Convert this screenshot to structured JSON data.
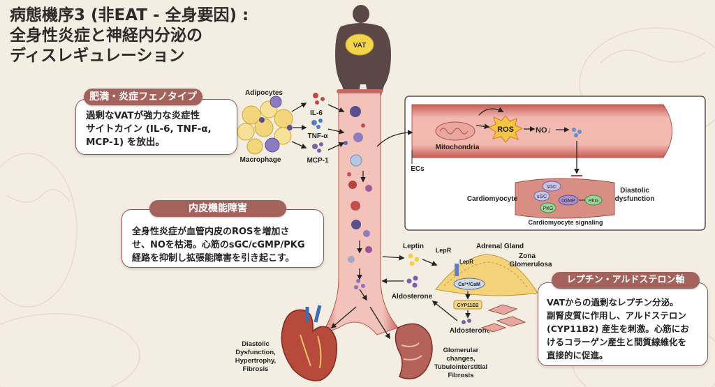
{
  "title": {
    "line1": "病態機序3 (非EAT - 全身要因) :",
    "line2": "全身性炎症と神経内分泌の",
    "line3": "ディスレギュレーション"
  },
  "obesity": {
    "header": "肥満・炎症フェノタイプ",
    "line1": "過剰なVATが強力な炎症性",
    "line2": "サイトカイン (IL-6, TNF-α,",
    "line3": "MCP-1) を放出。"
  },
  "endothelial": {
    "header": "内皮機能障害",
    "line1": "全身性炎症が血管内皮のROSを増加さ",
    "line2": "せ、NOを枯渇。心筋のsGC/cGMP/PKG",
    "line3": "経路を抑制し拡張能障害を引き起こす。"
  },
  "leptin_axis": {
    "header": "レプチン・アルドステロン軸",
    "line1": "VATからの過剰なレプチン分泌。",
    "line2": "副腎皮質に作用し、アルドステロン",
    "line3": "(CYP11B2) 産生を刺激。心筋にお",
    "line4": "けるコラーゲン産生と間質線維化を",
    "line5": "直接的に促進。"
  },
  "labels": {
    "vat": "VAT",
    "adipocytes": "Adipocytes",
    "macrophage": "Macrophage",
    "il6": "IL-6",
    "tnf": "TNF-α",
    "mcp1": "MCP-1",
    "mitochondria": "Mitochondria",
    "ros": "ROS",
    "no": "NO↓",
    "ecs": "ECs",
    "cardiomyocyte": "Cardiomyocyte",
    "diastolic1": "Diastolic",
    "diastolic2": "dysfunction",
    "sgc1": "sGC",
    "sgc2": "sGC",
    "cgmp": "cGMP",
    "pkg1": "PKG",
    "pkg2": "PKG",
    "signaling": "Cardiomyocyte signaling",
    "leptin": "Leptin",
    "lepr1": "LepR",
    "lepr2": "LepR",
    "adrenal": "Adrenal Gland",
    "zona1": "Zona",
    "zona2": "Glomerulosa",
    "ca": "Ca²⁺/CaM",
    "cyp": "CYP11B2",
    "aldo1": "Aldosterone",
    "aldo2": "Aldosterone",
    "heart1": "Diastolic",
    "heart2": "Dysfunction,",
    "heart3": "Hypertrophy,",
    "heart4": "Fibrosis",
    "kidney1": "Glomerular",
    "kidney2": "changes,",
    "kidney3": "Tubulointerstitial",
    "kidney4": "Fibrosis"
  },
  "colors": {
    "accent": "#a4625d",
    "background": "#f4ede2",
    "vessel": "#d98c83"
  }
}
